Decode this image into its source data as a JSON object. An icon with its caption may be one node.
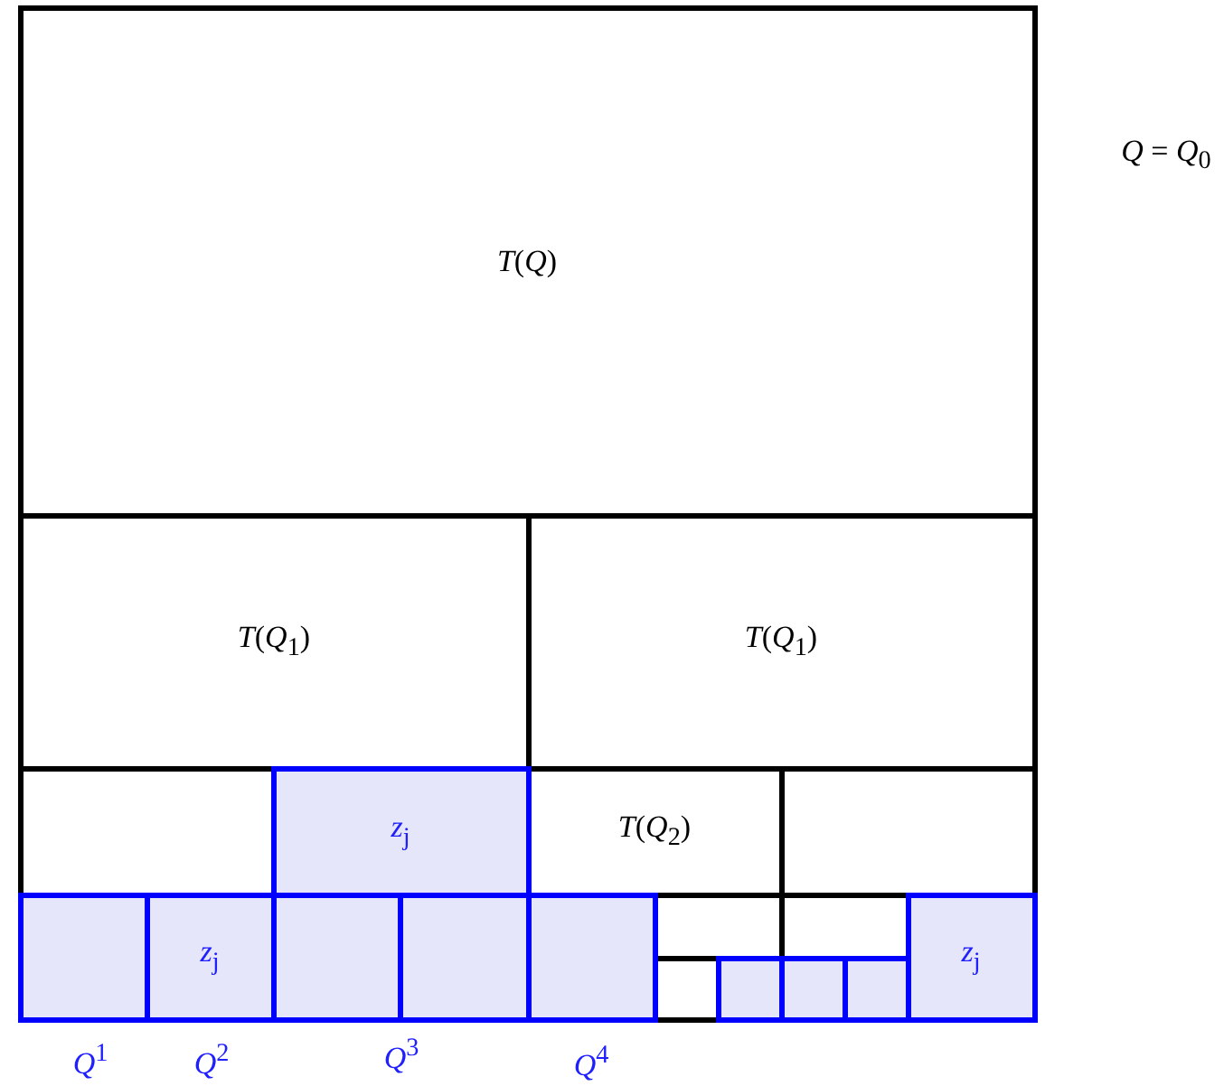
{
  "diagram": {
    "nodes": [
      {
        "text": [
          "*T*(*Q*)"
        ]
      },
      {
        "text": [
          "*T*(*Q*$_{1}$)"
        ]
      },
      {
        "text": [
          "*T*(*Q*$_{1}$)"
        ]
      },
      {
        "text": [],
        "shape": "box"
      },
      {
        "text": [
          "*z*$_{j}$"
        ]
      },
      {
        "text": [
          "*T*(*Q*$_{2}$)"
        ]
      },
      {
        "text": [],
        "shape": "box"
      },
      {
        "text": [],
        "shape": "box"
      },
      {
        "text": [
          "*z*$_{j}$"
        ]
      },
      {
        "text": [],
        "shape": "box"
      },
      {
        "text": [],
        "shape": "box"
      },
      {
        "text": [],
        "shape": "box"
      },
      {
        "text": [],
        "shape": "box"
      },
      {
        "text": [],
        "shape": "box",
        "in": 12
      },
      {
        "text": [],
        "shape": "box"
      },
      {
        "text": [],
        "shape": "box",
        "in": 14
      },
      {
        "text": [],
        "shape": "box",
        "in": 14
      },
      {
        "text": [
          "*z*$_{j}$"
        ]
      }
    ],
    "labels": [
      "*Q* = *Q*$_{0}$",
      "*Q*$^{1}$",
      "*Q*$^{2}$",
      "*Q*$^{3}$",
      "*Q*$^{4}$"
    ]
  }
}
